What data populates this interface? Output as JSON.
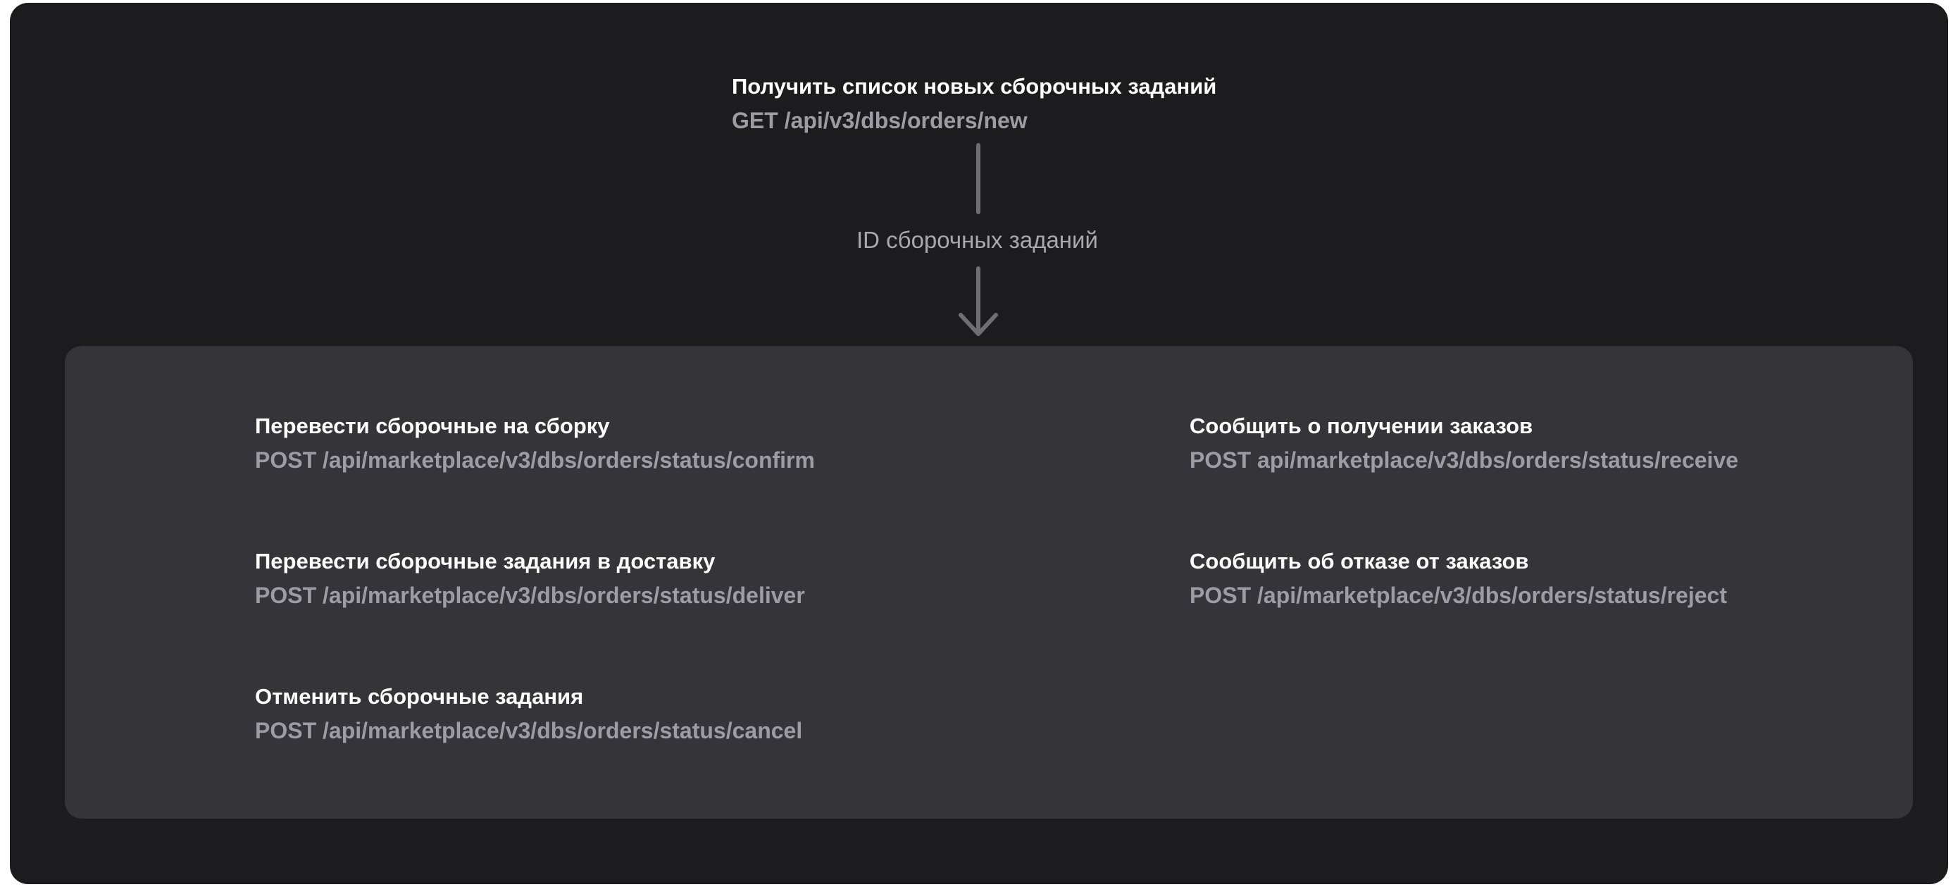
{
  "top_node": {
    "title": "Получить список новых сборочных заданий",
    "endpoint": "GET /api/v3/dbs/orders/new"
  },
  "edge_label": "ID сборочных заданий",
  "actions": [
    {
      "title": "Перевести сборочные на сборку",
      "endpoint": "POST /api/marketplace/v3/dbs/orders/status/confirm"
    },
    {
      "title": "Перевести сборочные задания в доставку",
      "endpoint": "POST /api/marketplace/v3/dbs/orders/status/deliver"
    },
    {
      "title": "Отменить сборочные задания",
      "endpoint": "POST /api/marketplace/v3/dbs/orders/status/cancel"
    },
    {
      "title": "Сообщить о получении заказов",
      "endpoint": "POST api/marketplace/v3/dbs/orders/status/receive"
    },
    {
      "title": "Сообщить об отказе от заказов",
      "endpoint": "POST /api/marketplace/v3/dbs/orders/status/reject"
    }
  ],
  "colors": {
    "background": "#1c1c1e",
    "panel": "#343439",
    "title": "#ffffff",
    "endpoint": "#9c9ca2",
    "connector": "#6e6e74"
  }
}
